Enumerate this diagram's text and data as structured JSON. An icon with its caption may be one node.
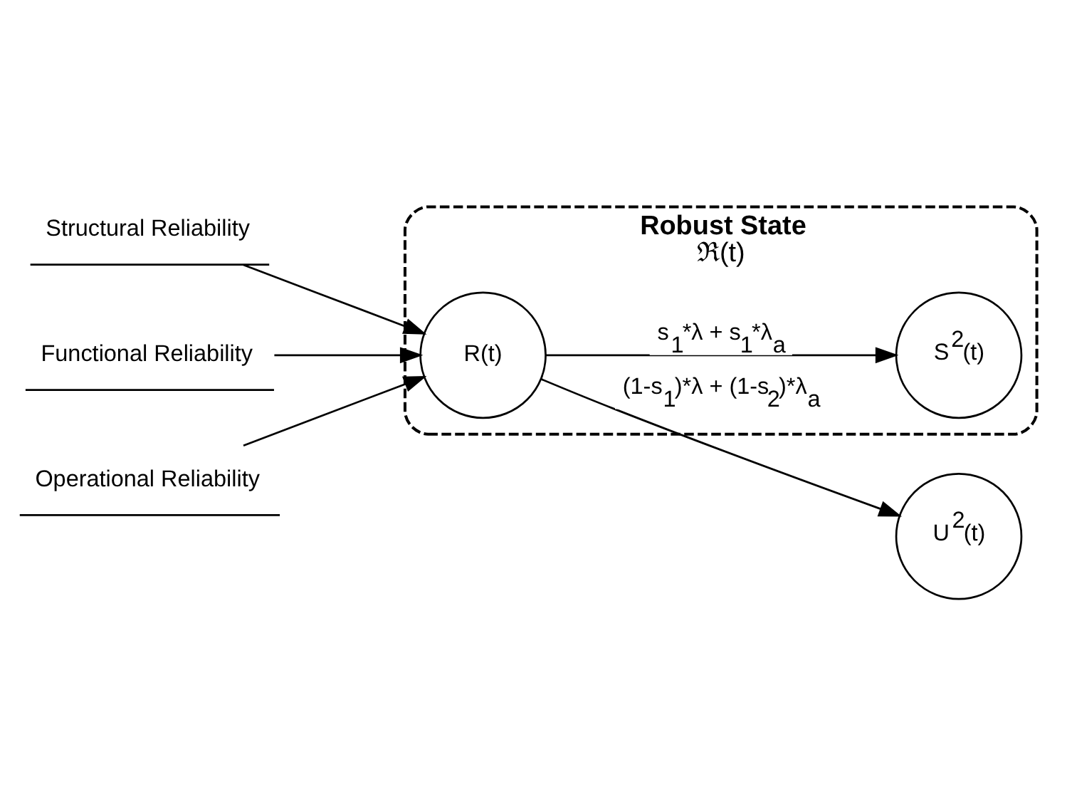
{
  "diagram": {
    "nodes": [
      {
        "text": [
          "Robust State",
          "ℜ(t)"
        ]
      },
      {
        "text": [
          "S$^{2}$(t)"
        ],
        "in": 0
      },
      {
        "text": [
          "R(t)"
        ],
        "in": 0
      },
      {
        "text": [
          "Structural Reliability"
        ]
      },
      {
        "text": [
          "Functional Reliability"
        ]
      },
      {
        "text": [
          "Operational Reliability"
        ]
      },
      {
        "text": [
          "U$^{2}$(t)"
        ]
      }
    ],
    "edges": [
      {
        "from": 3,
        "to": 2,
        "arrow": "to"
      },
      {
        "from": 4,
        "to": 2,
        "arrow": "to"
      },
      {
        "from": 5,
        "to": 2,
        "arrow": "to"
      },
      {
        "from": 2,
        "to": 1,
        "arrow": "to",
        "label": "s$_{1}$*λ + s$_{1}$*λ$_{a}$"
      },
      {
        "from": 2,
        "to": 6,
        "arrow": "to",
        "label": "(1-s$_{1}$)*λ + (1-s$_{2}$)*λ$_{a}$"
      }
    ]
  }
}
